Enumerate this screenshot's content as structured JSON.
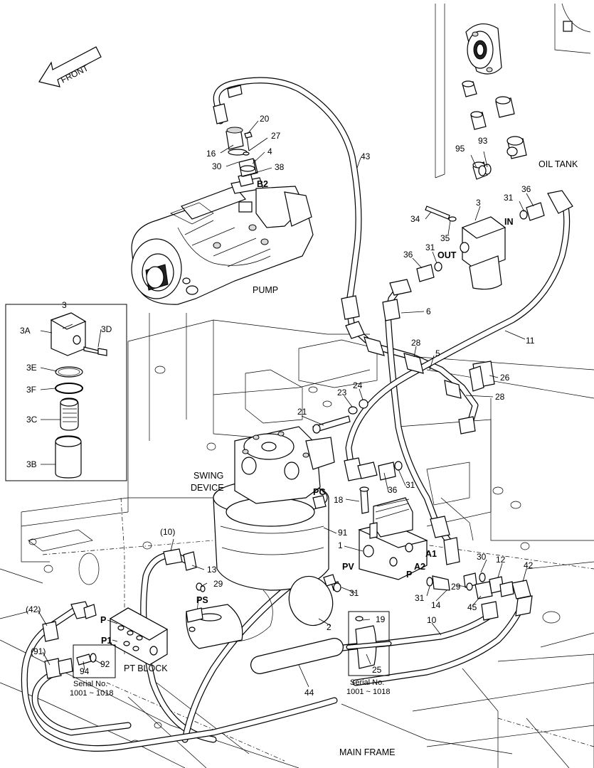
{
  "diagram": {
    "direction": "FRONT",
    "areas": {
      "oil_tank": "OIL TANK",
      "pump": "PUMP",
      "swing_device_line1": "SWING",
      "swing_device_line2": "DEVICE",
      "pt_block": "PT BLOCK",
      "main_frame": "MAIN FRAME"
    },
    "ports": {
      "b2": "B2",
      "in": "IN",
      "out": "OUT",
      "pg": "PG",
      "pv": "PV",
      "a1": "A1",
      "a2": "A2",
      "p_valve": "P",
      "ps": "PS",
      "p_block": "P",
      "p1": "P1"
    },
    "inset": {
      "title": "3",
      "labels": {
        "a": "3A",
        "d": "3D",
        "e": "3E",
        "f": "3F",
        "c": "3C",
        "b": "3B"
      }
    },
    "serial_boxes": [
      {
        "caption1": "Serial No.",
        "caption2": "1001 ~ 1018",
        "labels": [
          "94",
          "92"
        ]
      },
      {
        "caption1": "Serial No.",
        "caption2": "1001 ~ 1018",
        "labels": [
          "19",
          "25"
        ]
      }
    ],
    "callouts": {
      "c20": "20",
      "c27": "27",
      "c16": "16",
      "c4": "4",
      "c30a": "30",
      "c38": "38",
      "c43": "43",
      "c95": "95",
      "c93": "93",
      "c3": "3",
      "c31a": "31",
      "c36a": "36",
      "c34": "34",
      "c35": "35",
      "c36b": "36",
      "c31b": "31",
      "c6": "6",
      "c11": "11",
      "c28a": "28",
      "c5": "5",
      "c26": "26",
      "c28b": "28",
      "c23": "23",
      "c24": "24",
      "c21": "21",
      "c18": "18",
      "c36c": "36",
      "c31c": "31",
      "c1": "1",
      "c91a": "91",
      "c10a": "(10)",
      "c13": "13",
      "c29a": "29",
      "c30b": "30",
      "c12": "12",
      "c42a": "42",
      "c31d": "31",
      "c29b": "29",
      "c45": "45",
      "c14": "14",
      "c31e": "31",
      "c42b": "(42)",
      "c91b": "(91)",
      "c2": "2",
      "c10b": "10",
      "c44": "44"
    }
  }
}
